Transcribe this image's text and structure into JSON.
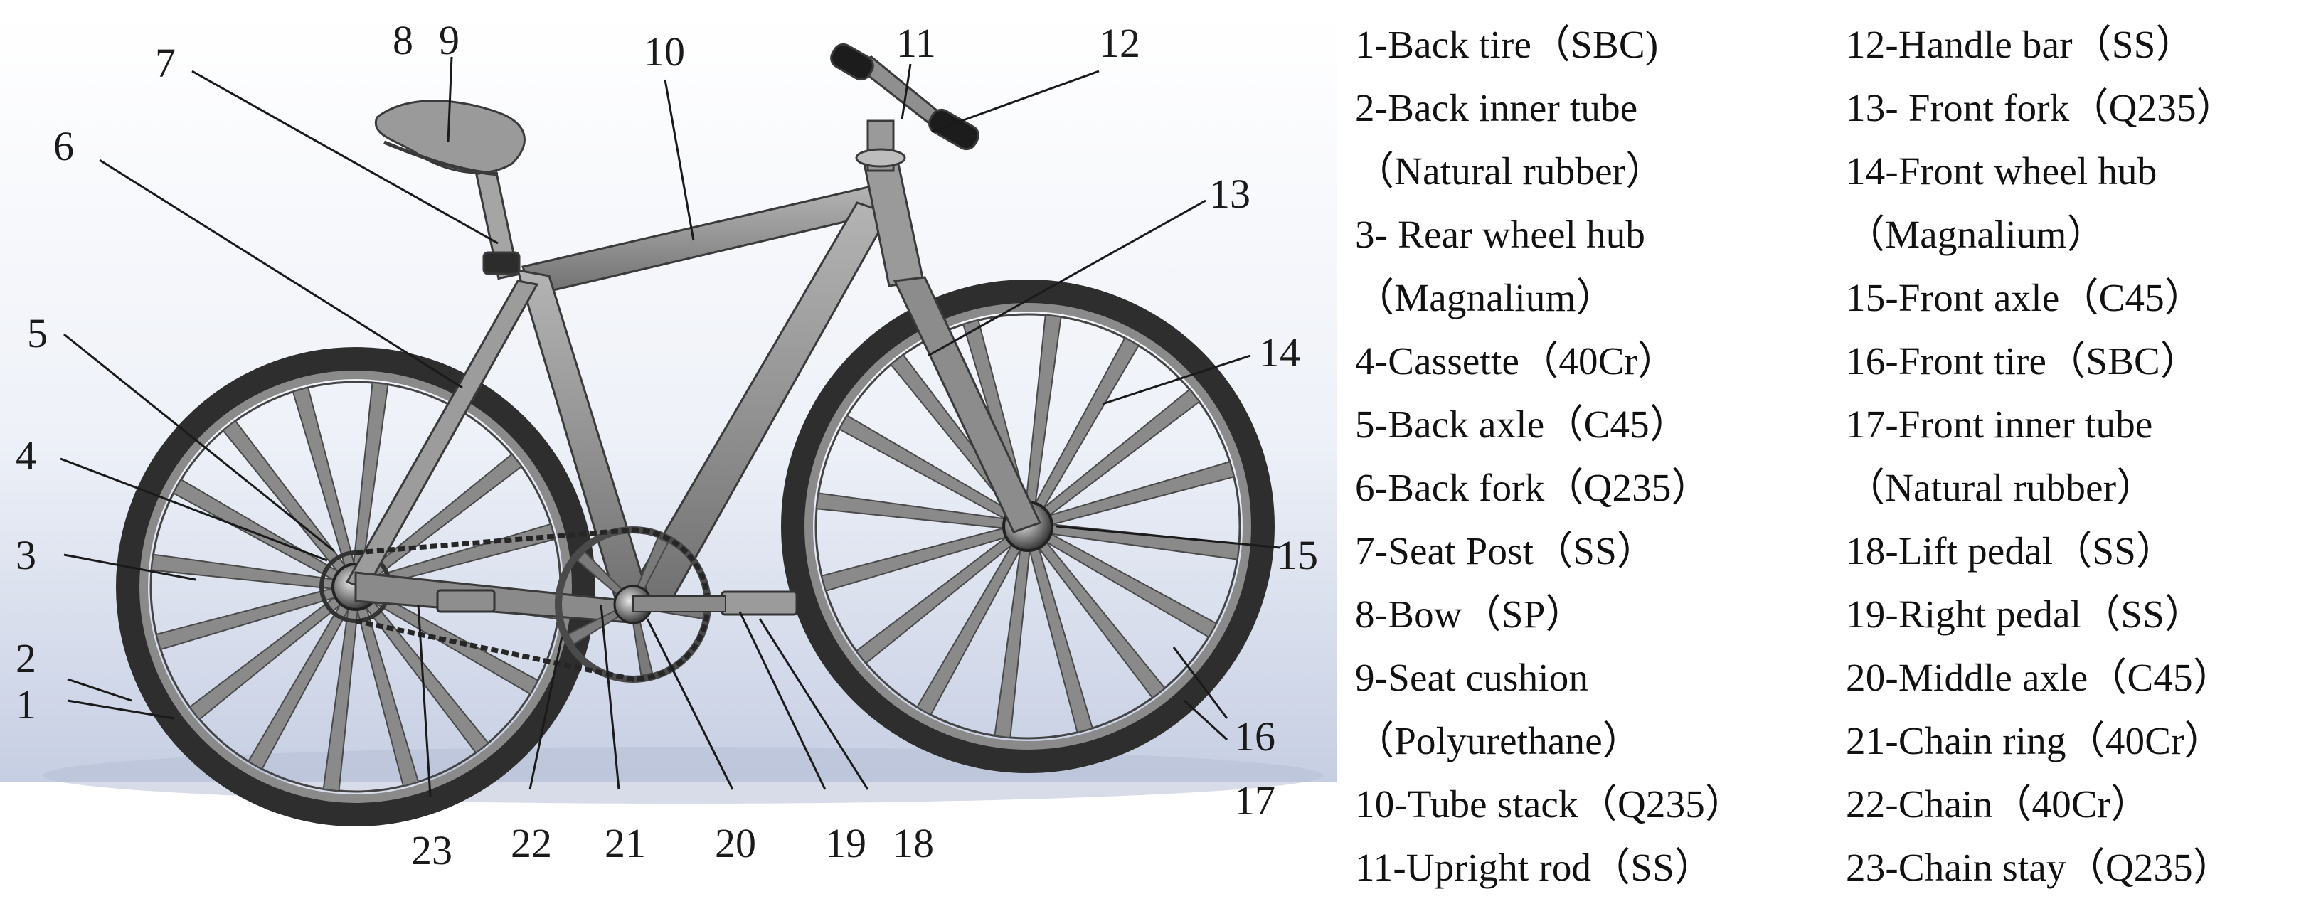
{
  "callouts": [
    {
      "id": "1",
      "text": "1"
    },
    {
      "id": "2",
      "text": "2"
    },
    {
      "id": "3",
      "text": "3"
    },
    {
      "id": "4",
      "text": "4"
    },
    {
      "id": "5",
      "text": "5"
    },
    {
      "id": "6",
      "text": "6"
    },
    {
      "id": "7",
      "text": "7"
    },
    {
      "id": "8",
      "text": "8"
    },
    {
      "id": "9",
      "text": "9"
    },
    {
      "id": "10",
      "text": "10"
    },
    {
      "id": "11",
      "text": "11"
    },
    {
      "id": "12",
      "text": "12"
    },
    {
      "id": "13",
      "text": "13"
    },
    {
      "id": "14",
      "text": "14"
    },
    {
      "id": "15",
      "text": "15"
    },
    {
      "id": "16",
      "text": "16"
    },
    {
      "id": "17",
      "text": "17"
    },
    {
      "id": "18",
      "text": "18"
    },
    {
      "id": "19",
      "text": "19"
    },
    {
      "id": "20",
      "text": "20"
    },
    {
      "id": "21",
      "text": "21"
    },
    {
      "id": "22",
      "text": "22"
    },
    {
      "id": "23",
      "text": "23"
    }
  ],
  "legend": {
    "left": [
      "1-Back tire（SBC)",
      "2-Back inner tube",
      "（Natural rubber）",
      "3- Rear wheel hub",
      "（Magnalium）",
      "4-Cassette（40Cr）",
      "5-Back axle（C45）",
      "6-Back fork（Q235）",
      "7-Seat Post（SS）",
      "8-Bow（SP）",
      "9-Seat cushion",
      "（Polyurethane）",
      "10-Tube stack（Q235）",
      "11-Upright rod（SS）"
    ],
    "right": [
      "12-Handle bar（SS）",
      "13- Front fork（Q235）",
      "14-Front wheel hub",
      "（Magnalium）",
      "15-Front axle（C45）",
      "16-Front tire（SBC）",
      "17-Front inner tube",
      "（Natural rubber）",
      "18-Lift pedal（SS）",
      "19-Right pedal（SS）",
      "20-Middle axle（C45）",
      "21-Chain ring（40Cr）",
      "22-Chain（40Cr）",
      "23-Chain stay（Q235）"
    ]
  },
  "colors": {
    "background_top": "#ffffff",
    "background_bottom": "#c9d1e6",
    "tire": "#3c3c3c",
    "rim": "#6e6e6e",
    "spoke": "#7a7a7a",
    "frame": "#8f8f8f",
    "frame_edge": "#3a3a3a",
    "leader": "#1a1a1a"
  }
}
